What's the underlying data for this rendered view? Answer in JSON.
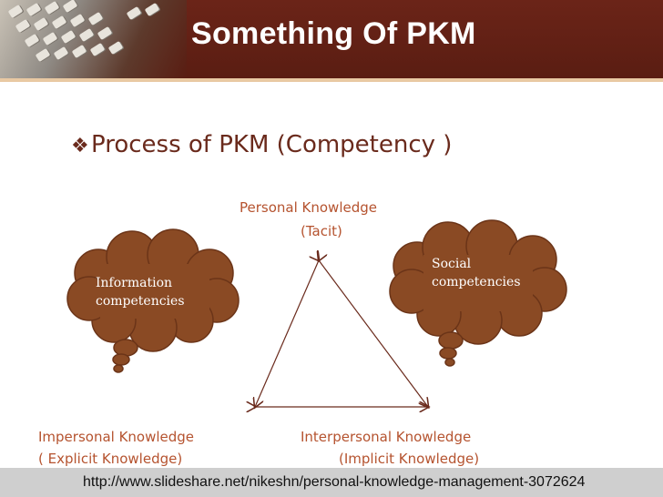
{
  "slide": {
    "title": "Something Of  PKM",
    "bullet": "Process  of  PKM (Competency )"
  },
  "diagram": {
    "top_label_line1": "Personal Knowledge",
    "top_label_line2": "(Tacit)",
    "left_label_line1": "Impersonal Knowledge",
    "left_label_line2": "( Explicit Knowledge)",
    "right_label_line1": "Interpersonal Knowledge",
    "right_label_line2": "(Implicit Knowledge)",
    "left_cloud_line1": "Information",
    "left_cloud_line2": "competencies",
    "right_cloud_line1": "Social",
    "right_cloud_line2": "competencies"
  },
  "footer": {
    "url": "http://www.slideshare.net/nikeshn/personal-knowledge-management-3072624"
  },
  "colors": {
    "header": "#5a1d12",
    "cloud": "#8a4a24",
    "label": "#b5532f"
  }
}
